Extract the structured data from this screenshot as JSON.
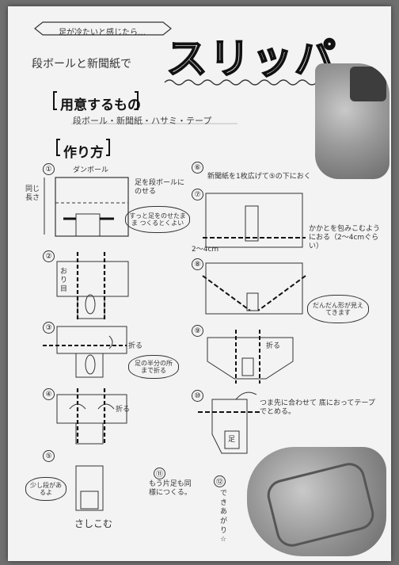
{
  "header": {
    "banner_text": "足が冷たいと感じたら…",
    "subtitle": "段ボールと新聞紙で",
    "title": "スリッパ"
  },
  "materials": {
    "heading": "用意するもの",
    "items": "段ボール・新聞紙・ハサミ・テープ"
  },
  "howto": {
    "heading": "作り方"
  },
  "steps": [
    {
      "num": "①",
      "label": "ダンボール",
      "side_label": "同じ長さ",
      "note": "足を段ボールにのせる",
      "bubble": "すっと足をのせたまま つくるとくよい"
    },
    {
      "num": "②",
      "label": "おり目"
    },
    {
      "num": "③",
      "note": "折る",
      "bubble": "足の半分の所まで折る"
    },
    {
      "num": "④",
      "note": "折る"
    },
    {
      "num": "⑤",
      "bubble": "少し段があるよ",
      "caption": "さしこむ"
    },
    {
      "num": "⑥",
      "text": "新聞紙を1枚広げて⑤の下におく"
    },
    {
      "num": "⑦",
      "note": "かかとを包みこむようにおる（2～4cmぐらい）",
      "side_label": "2～4cm"
    },
    {
      "num": "⑧",
      "bubble": "だんだん形が見えてきます"
    },
    {
      "num": "⑨",
      "note": "折る"
    },
    {
      "num": "⑩",
      "text": "つま先に合わせて 底におってテープでとめる。",
      "label": "足"
    },
    {
      "num": "⑪",
      "text": "もう片足も同様につくる。"
    },
    {
      "num": "⑫",
      "text": "できあがり☆"
    }
  ]
}
